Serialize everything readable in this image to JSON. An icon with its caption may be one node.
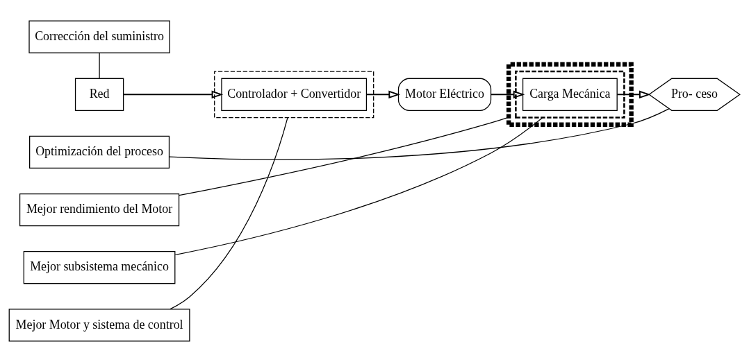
{
  "diagram": {
    "nodes": [
      {
        "text": [
          "Corrección del suministro"
        ]
      },
      {
        "text": [
          "Mejor Motor y sistema de control"
        ]
      },
      {
        "text": [
          "Optimización del proceso"
        ]
      },
      {
        "text": [
          "Red"
        ]
      },
      {
        "text": [],
        "shape": "box"
      },
      {
        "text": [
          "Controlador + Convertidor"
        ],
        "in": 4
      },
      {
        "text": [],
        "shape": "box"
      },
      {
        "text": [
          "Motor Eléctrico"
        ]
      },
      {
        "text": [],
        "shape": "box",
        "in": 6
      },
      {
        "text": [
          "Carga Mecánica"
        ],
        "in": 8
      },
      {
        "text": [
          "Pro- ceso"
        ]
      },
      {
        "text": [
          "Mejor rendimiento del Motor"
        ]
      },
      {
        "text": [
          "Mejor subsistema mecánico"
        ]
      }
    ],
    "edges": [
      {
        "from": 3,
        "to": 5,
        "arrow": "to"
      },
      {
        "from": 5,
        "to": 7,
        "arrow": "to"
      },
      {
        "from": 7,
        "to": 9,
        "arrow": "to"
      },
      {
        "from": 9,
        "to": 10,
        "arrow": "to"
      },
      {
        "from": 0,
        "to": 3,
        "arrow": "none"
      },
      {
        "from": 1,
        "to": 4,
        "arrow": "none"
      },
      {
        "from": 2,
        "to": 10,
        "arrow": "none"
      },
      {
        "from": 11,
        "to": 6,
        "arrow": "none"
      },
      {
        "from": 12,
        "to": 8,
        "arrow": "none"
      }
    ]
  }
}
